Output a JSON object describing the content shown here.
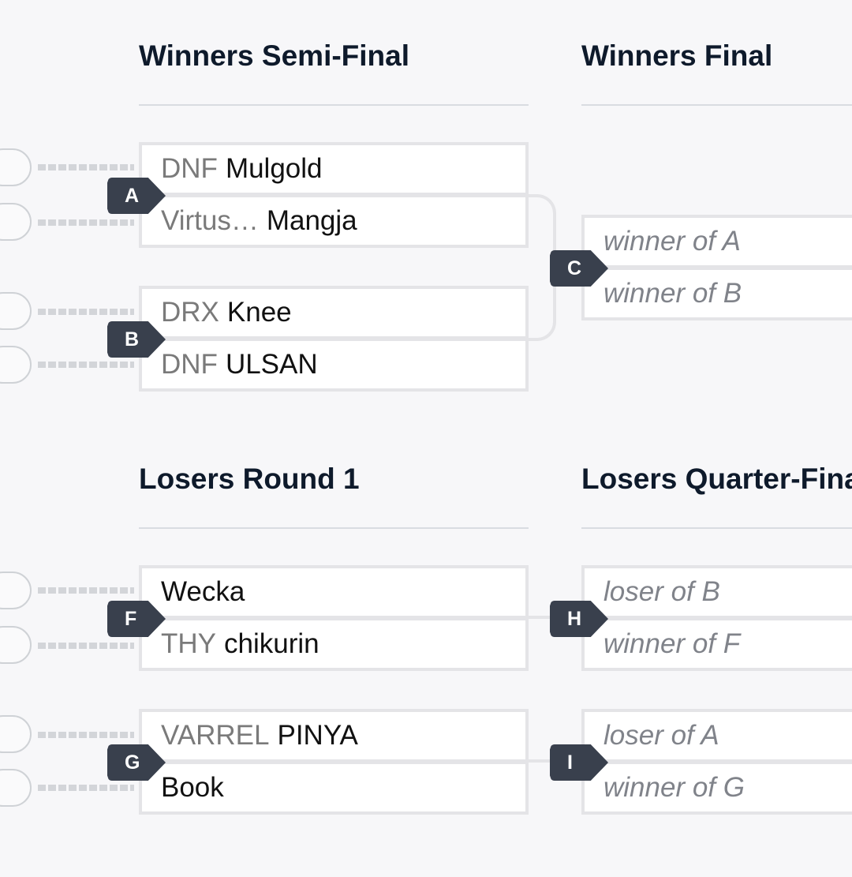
{
  "rounds": {
    "winners_semi": "Winners Semi-Final",
    "winners_final": "Winners Final",
    "losers_r1": "Losers Round 1",
    "losers_qf": "Losers Quarter-Final"
  },
  "matches": {
    "A": {
      "label": "A",
      "top": {
        "tag": "DNF",
        "name": "Mulgold"
      },
      "bottom": {
        "tag": "Virtus…",
        "name": "Mangja"
      }
    },
    "B": {
      "label": "B",
      "top": {
        "tag": "DRX",
        "name": "Knee"
      },
      "bottom": {
        "tag": "DNF",
        "name": "ULSAN"
      }
    },
    "C": {
      "label": "C",
      "top": "winner of A",
      "bottom": "winner of B"
    },
    "F": {
      "label": "F",
      "top": {
        "tag": "",
        "name": "Wecka"
      },
      "bottom": {
        "tag": "THY",
        "name": "chikurin"
      }
    },
    "G": {
      "label": "G",
      "top": {
        "tag": "VARREL",
        "name": "PINYA"
      },
      "bottom": {
        "tag": "",
        "name": "Book"
      }
    },
    "H": {
      "label": "H",
      "top": "loser of B",
      "bottom": "winner of F"
    },
    "I": {
      "label": "I",
      "top": "loser of A",
      "bottom": "winner of G"
    }
  },
  "colors": {
    "background": "#f7f7f9",
    "badge": "#39404d",
    "slot_border": "#e4e4e7",
    "title": "#0e1a2b"
  }
}
